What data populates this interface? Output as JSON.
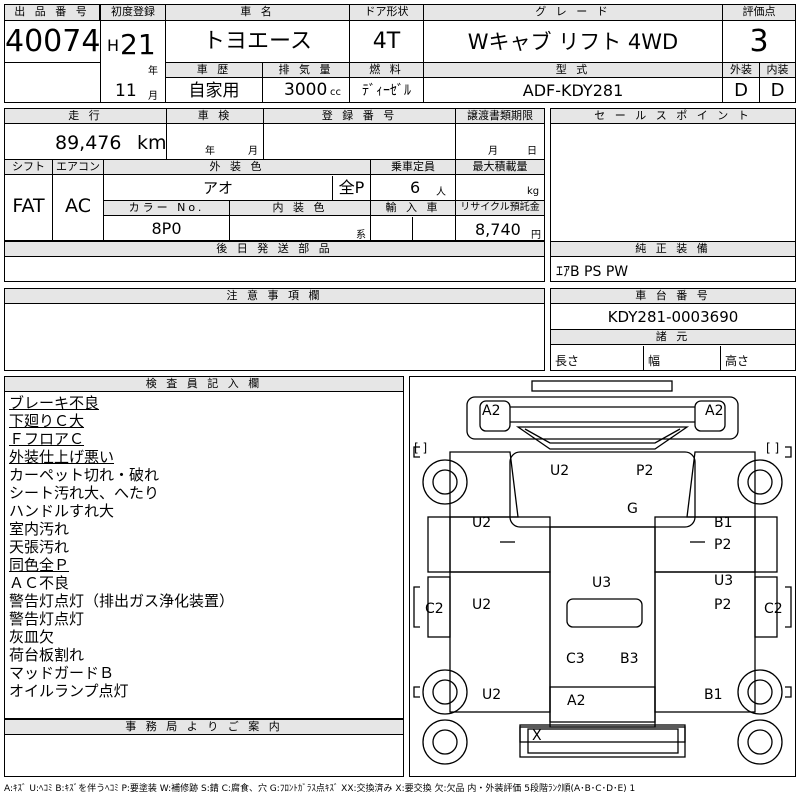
{
  "header": {
    "lot_no_label": "出 品 番 号",
    "lot_no": "40074",
    "first_reg_label": "初度登録",
    "era": "H",
    "year": "21",
    "year_unit": "年",
    "month": "11",
    "month_unit": "月",
    "car_name_label": "車 名",
    "car_name": "トヨエース",
    "doors_label": "ドア形状",
    "doors": "4T",
    "grade_label": "グ レ ー ド",
    "grade": "Wキャブ リフト 4WD",
    "score_label": "評価点",
    "score": "3",
    "history_label": "車 歴",
    "history": "自家用",
    "displacement_label": "排 気 量",
    "displacement": "3000",
    "displacement_unit": "cc",
    "fuel_label": "燃 料",
    "fuel": "ﾃﾞｨｰｾﾞﾙ",
    "model_label": "型 式",
    "model": "ADF-KDY281",
    "exterior_label": "外装",
    "exterior": "D",
    "interior_label": "内装",
    "interior": "D"
  },
  "details": {
    "mileage_label": "走 行",
    "mileage": "89,476",
    "mileage_unit": "km",
    "inspection_label": "車 検",
    "inspection_year_unit": "年",
    "inspection_month_unit": "月",
    "reg_no_label": "登 録 番 号",
    "transfer_label": "譲渡書類期限",
    "transfer_month_unit": "月",
    "transfer_day_unit": "日",
    "shift_label": "シフト",
    "shift": "FAT",
    "ac_label": "エアコン",
    "ac": "AC",
    "ext_color_label": "外 装 色",
    "ext_color": "アオ",
    "all_paint": "全P",
    "capacity_label": "乗車定員",
    "capacity": "6",
    "capacity_unit": "人",
    "max_load_label": "最大積載量",
    "max_load_unit": "kg",
    "color_no_label": "カラー No.",
    "color_no": "8P0",
    "int_color_label": "内 装 色",
    "int_color_unit": "系",
    "import_label": "輸 入 車",
    "recycle_label": "リサイクル預託金",
    "recycle": "8,740",
    "recycle_unit": "円",
    "delivery_label": "後 日 発 送 部 品"
  },
  "sales": {
    "label": "セ ー ル ス ポ イ ン ト",
    "equipment_label": "純 正 装 備",
    "equipment": "ｴｱB PS PW",
    "chassis_label": "車 台 番 号",
    "chassis": "KDY281-0003690",
    "dims_label": "諸 元",
    "length_label": "長さ",
    "width_label": "幅",
    "height_label": "高さ"
  },
  "notes": {
    "label": "注 意 事 項 欄"
  },
  "inspector": {
    "label": "検 査 員 記 入 欄",
    "lines": [
      {
        "text": "ブレーキ不良",
        "ul": true
      },
      {
        "text": "下廻りＣ大",
        "ul": true
      },
      {
        "text": "ＦフロアＣ",
        "ul": true
      },
      {
        "text": "外装仕上げ悪い",
        "ul": true
      },
      {
        "text": "カーペット切れ・破れ",
        "ul": false
      },
      {
        "text": "シート汚れ大、へたり",
        "ul": false
      },
      {
        "text": "ハンドルすれ大",
        "ul": false
      },
      {
        "text": "室内汚れ",
        "ul": false
      },
      {
        "text": "天張汚れ",
        "ul": false
      },
      {
        "text": "同色全Ｐ",
        "ul": true
      },
      {
        "text": "ＡＣ不良",
        "ul": false
      },
      {
        "text": "警告灯点灯（排出ガス浄化装置）",
        "ul": false
      },
      {
        "text": "警告灯点灯",
        "ul": false
      },
      {
        "text": "灰皿欠",
        "ul": false
      },
      {
        "text": "荷台板割れ",
        "ul": false
      },
      {
        "text": "マッドガードＢ",
        "ul": false
      },
      {
        "text": "オイルランプ点灯",
        "ul": false
      }
    ]
  },
  "office": {
    "label": "事 務 局 よ り ご 案 内"
  },
  "diagram": {
    "marks": [
      "A2",
      "A2",
      "U2",
      "P2",
      "G",
      "U2",
      "B1",
      "P2",
      "U3",
      "U3",
      "C2",
      "U2",
      "P2",
      "C2",
      "C3",
      "B3",
      "U2",
      "A2",
      "B1",
      "X"
    ],
    "bracket": "[ ]"
  },
  "legend": "A:ｷｽﾞ U:ﾍｺﾐ B:ｷｽﾞを伴うﾍｺﾐ P:要塗装 W:補修跡 S:錆 C:腐食、穴 G:ﾌﾛﾝﾄｶﾞﾗｽ点ｷｽﾞ XX:交換済み X:要交換 欠:欠品 内・外装評価 5段階ﾗﾝｸ順(A･B･C･D･E) 1"
}
